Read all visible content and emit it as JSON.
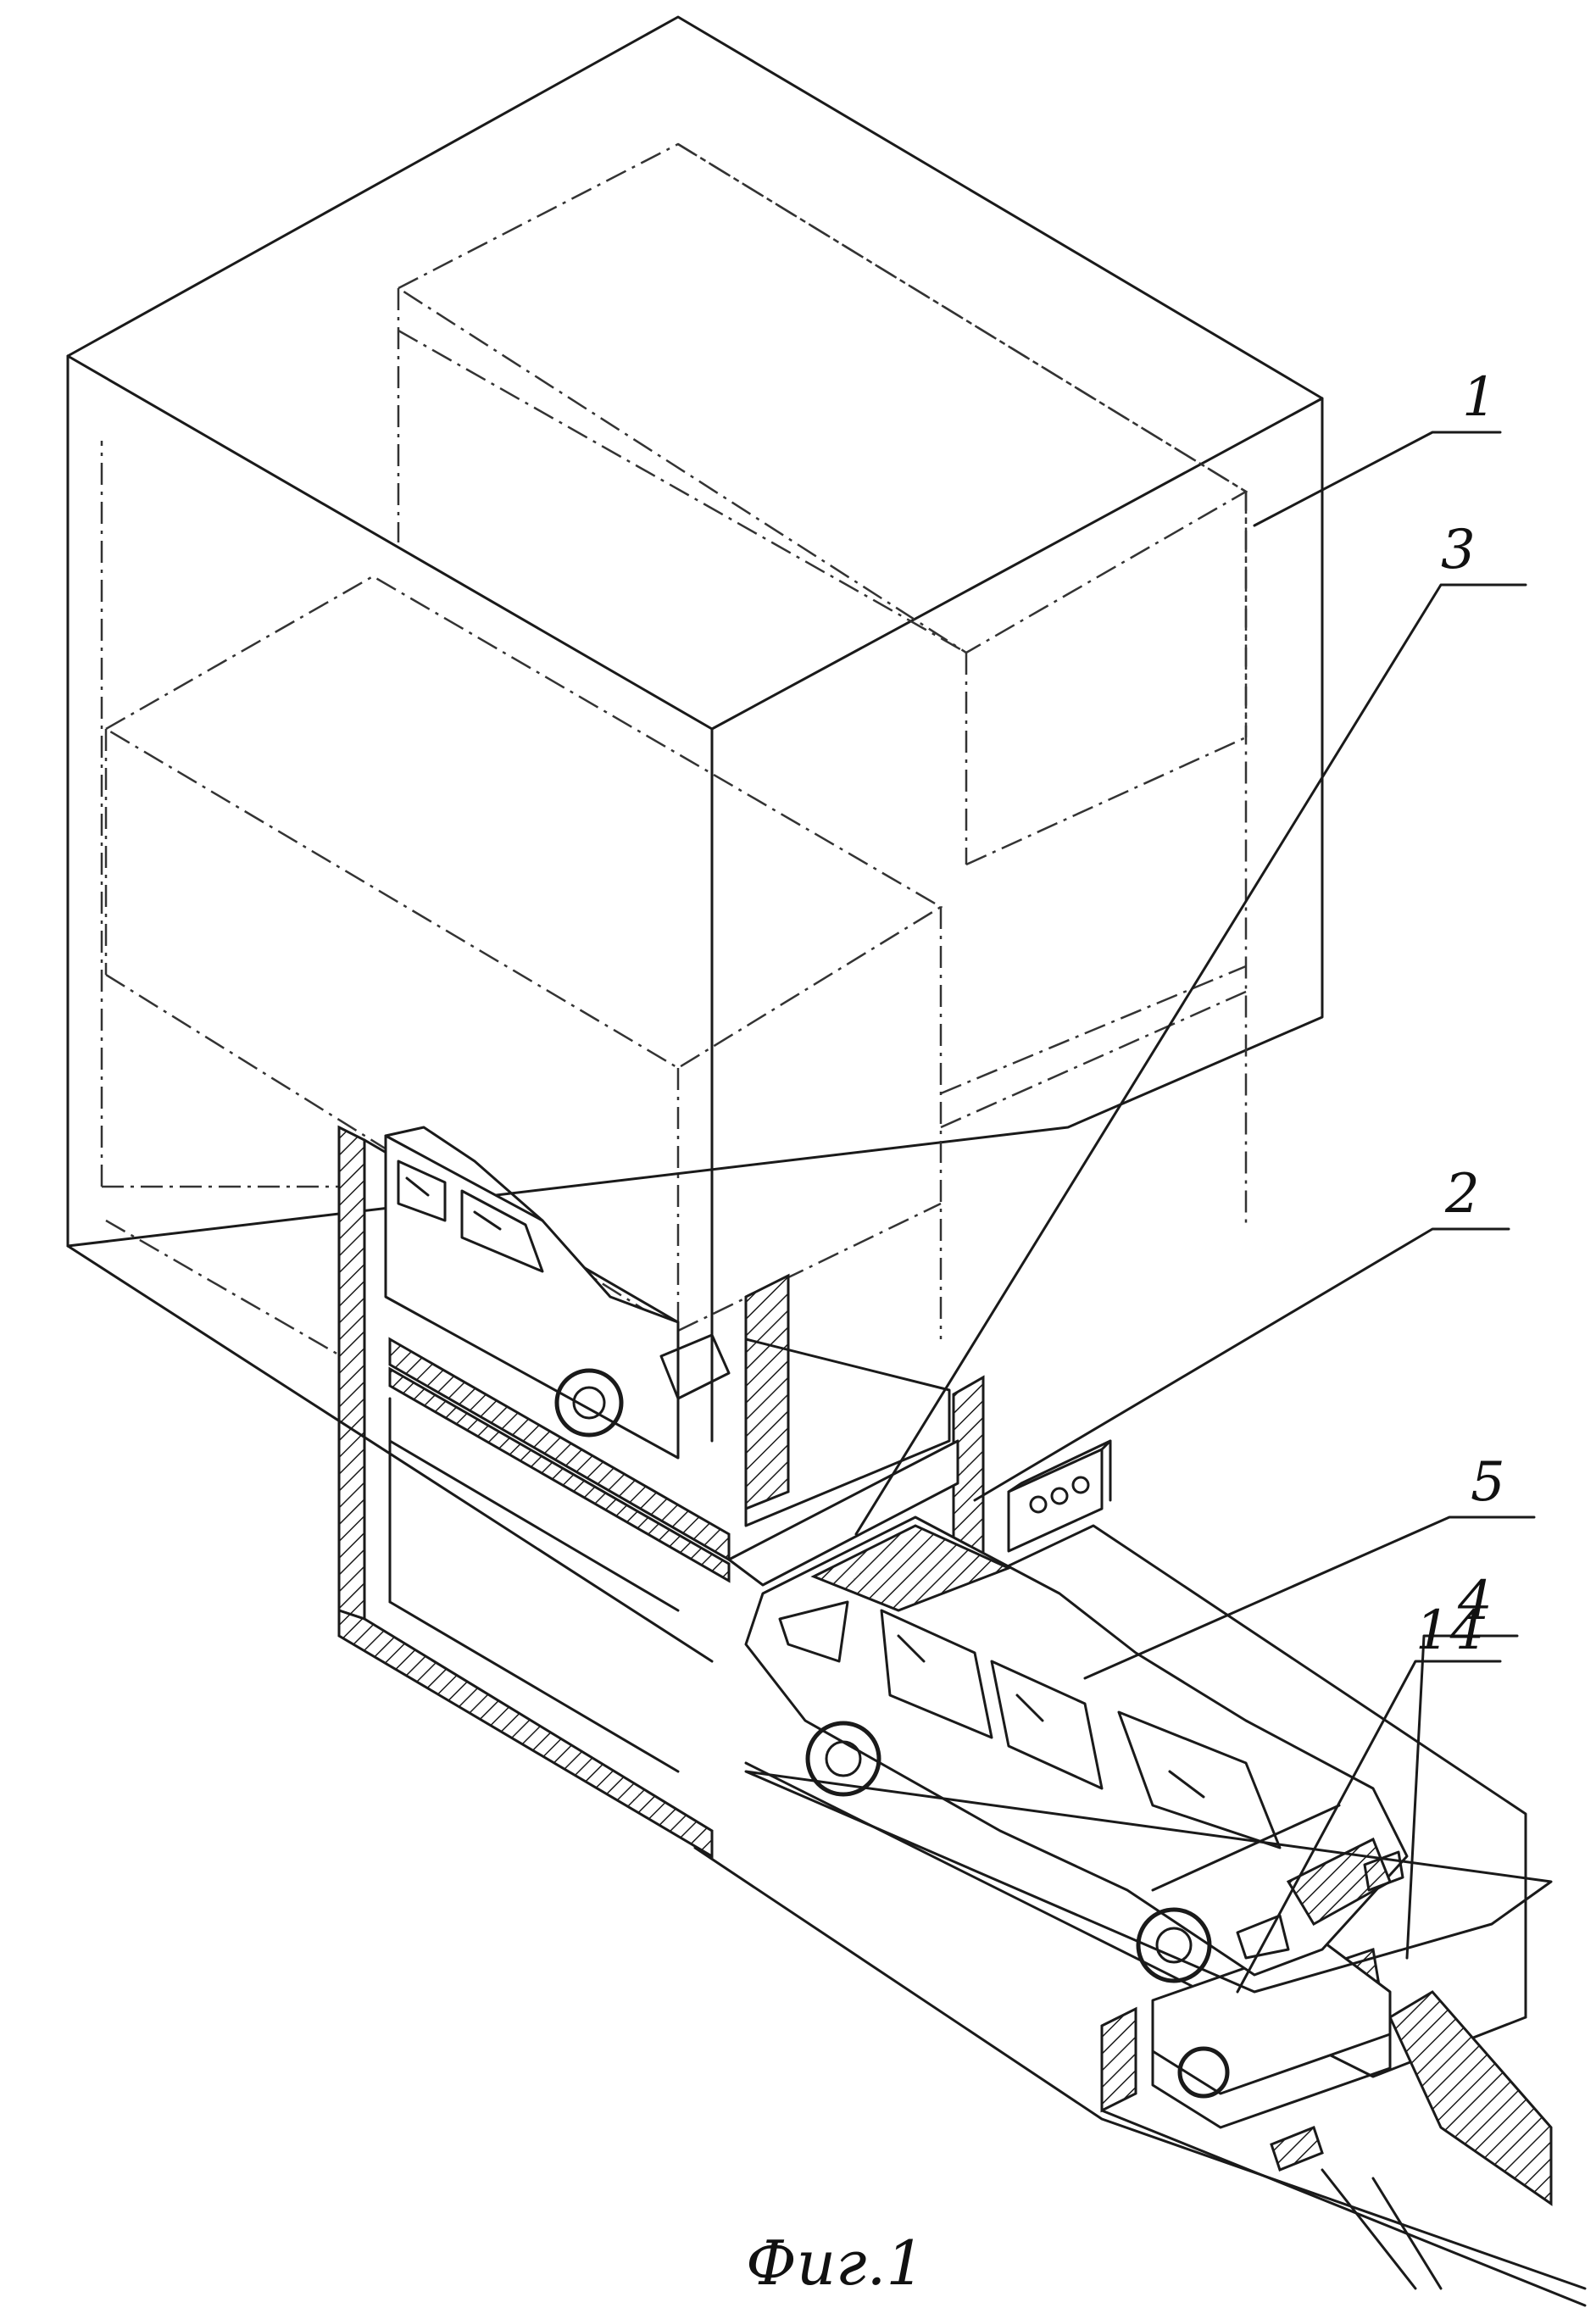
{
  "figure": {
    "caption": "Фиг.1",
    "callouts": [
      {
        "id": "1",
        "label": "1"
      },
      {
        "id": "2",
        "label": "2"
      },
      {
        "id": "3",
        "label": "3"
      },
      {
        "id": "4",
        "label": "4"
      },
      {
        "id": "5",
        "label": "5"
      },
      {
        "id": "14",
        "label": "14"
      }
    ]
  }
}
